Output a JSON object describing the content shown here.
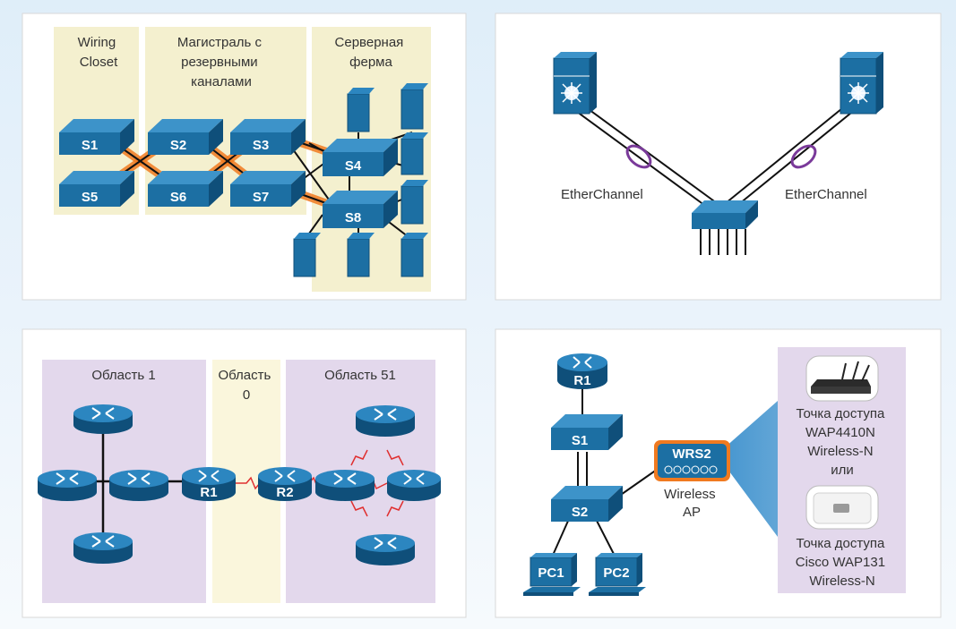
{
  "panels": {
    "top_left": {
      "zones": [
        "Wiring Closet",
        "Магистраль с резервными каналами",
        "Серверная ферма"
      ],
      "zone_lines": [
        [
          "Wiring",
          "Closet"
        ],
        [
          "Магистраль с",
          "резервными",
          "каналами"
        ],
        [
          "Серверная",
          "ферма"
        ]
      ],
      "switches": [
        "S1",
        "S2",
        "S3",
        "S5",
        "S6",
        "S7",
        "S4",
        "S8"
      ]
    },
    "top_right": {
      "labels": [
        "EtherChannel",
        "EtherChannel"
      ]
    },
    "bottom_left": {
      "zones": [
        "Область 1",
        "Область 0",
        "Область 51"
      ],
      "zone_lines": [
        [
          "Область 1"
        ],
        [
          "Область",
          "0"
        ],
        [
          "Область 51"
        ]
      ],
      "routers": [
        "R1",
        "R2"
      ]
    },
    "bottom_right": {
      "router": "R1",
      "switches": [
        "S1",
        "S2"
      ],
      "wrs": "WRS2",
      "wireless_ap": [
        "Wireless",
        "AP"
      ],
      "pcs": [
        "PC1",
        "PC2"
      ],
      "ap1": [
        "Точка доступа",
        "WAP4410N",
        "Wireless-N",
        "или"
      ],
      "ap2": [
        "Точка доступа",
        "Cisco WAP131",
        "Wireless-N"
      ]
    }
  },
  "colors": {
    "device_blue": "#1c6fa3",
    "device_dark": "#0f4f7a",
    "zone_yellow": "#f4f0cf",
    "zone_purple": "#e3d8ec",
    "zone_cream": "#faf6dc",
    "redundant_orange": "#f07a20",
    "etherchannel_ring": "#7a3a9a",
    "serial_red": "#e03030",
    "beam_blue": "#2e88c9"
  }
}
